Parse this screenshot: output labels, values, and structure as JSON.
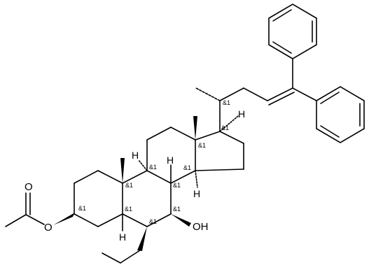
{
  "molecule": {
    "atom_labels": {
      "oxygen_carbonyl": "O",
      "oxygen_ester": "O",
      "hydroxyl": "OH",
      "hydrogen": "H"
    },
    "stereo_label": "&1"
  }
}
